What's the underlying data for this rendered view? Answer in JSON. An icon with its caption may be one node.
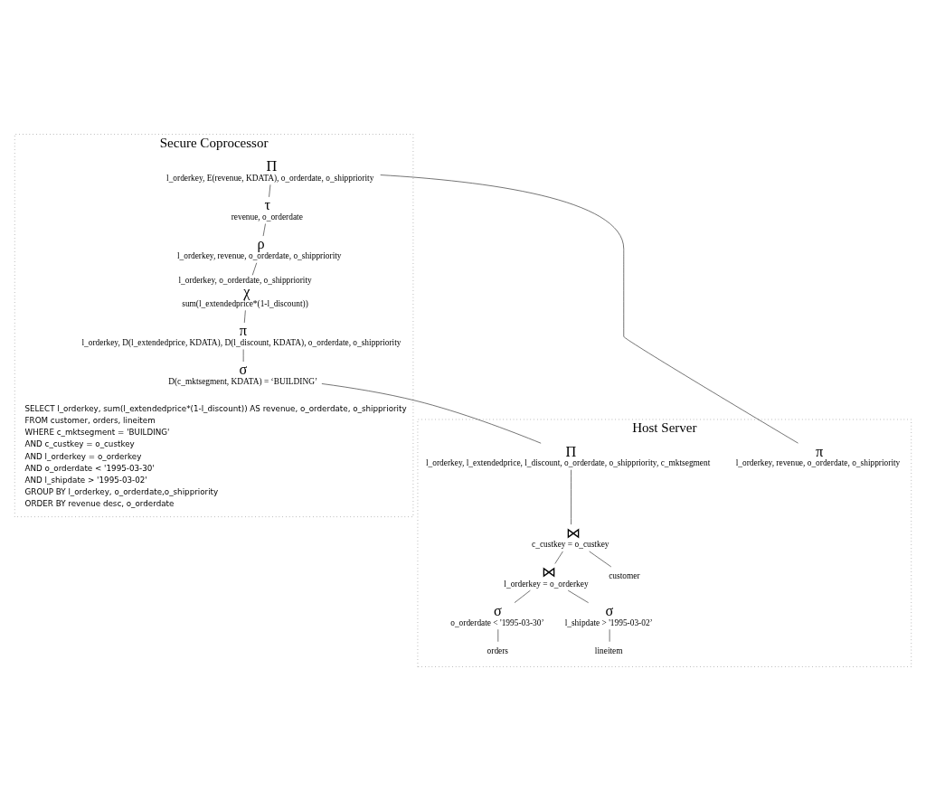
{
  "diagram": {
    "nodes": [
      {
        "text": [
          "Host Server"
        ]
      },
      {
        "text": [
          "π",
          "l_orderkey, revenue, o_orderdate, o_shippriority"
        ],
        "in": 0
      },
      {
        "text": [
          "Secure Coprocessor"
        ]
      },
      {
        "text": [
          "Π",
          "l_orderkey, E(revenue, KDATA), o_orderdate, o_shippriority"
        ],
        "in": 2
      },
      {
        "text": [
          "τ",
          "revenue, o_orderdate"
        ],
        "in": 2
      },
      {
        "text": [
          "ρ",
          "l_orderkey, revenue, o_orderdate, o_shippriority"
        ],
        "in": 2
      },
      {
        "text": [
          "l_orderkey, o_orderdate, o_shippriority",
          "χ",
          "sum(l_extendedprice*(1-l_discount))"
        ],
        "in": 2
      },
      {
        "text": [
          "π",
          "l_orderkey, D(l_extendedprice, KDATA), D(l_discount, KDATA), o_orderdate, o_shippriority"
        ],
        "in": 2
      },
      {
        "text": [
          "σ",
          "D(c_mktsegment, KDATA) = ‘BUILDING’"
        ],
        "in": 2
      },
      {
        "text": [
          "Π",
          "l_orderkey, l_extendedprice, l_discount, o_orderdate, o_shippriority, c_mktsegment"
        ],
        "in": 0
      },
      {
        "text": [
          "⋈",
          "c_custkey = o_custkey"
        ],
        "in": 0
      },
      {
        "text": [
          "⋈",
          "l_orderkey = o_orderkey"
        ],
        "in": 0
      },
      {
        "text": [
          "customer"
        ],
        "in": 0
      },
      {
        "text": [
          "σ",
          "o_orderdate < '1995-03-30’"
        ],
        "in": 0
      },
      {
        "text": [
          "σ",
          "l_shipdate > '1995-03-02’"
        ],
        "in": 0
      },
      {
        "text": [
          "orders"
        ],
        "in": 0
      },
      {
        "text": [
          "lineitem"
        ],
        "in": 0
      }
    ],
    "edges": [
      {
        "from": 1,
        "to": 3,
        "arrow": "none"
      },
      {
        "from": 3,
        "to": 4,
        "arrow": "none"
      },
      {
        "from": 4,
        "to": 5,
        "arrow": "none"
      },
      {
        "from": 5,
        "to": 6,
        "arrow": "none"
      },
      {
        "from": 6,
        "to": 7,
        "arrow": "none"
      },
      {
        "from": 7,
        "to": 8,
        "arrow": "none"
      },
      {
        "from": 8,
        "to": 9,
        "arrow": "none"
      },
      {
        "from": 9,
        "to": 10,
        "arrow": "none"
      },
      {
        "from": 10,
        "to": 11,
        "arrow": "none"
      },
      {
        "from": 10,
        "to": 12,
        "arrow": "none"
      },
      {
        "from": 11,
        "to": 14,
        "arrow": "none"
      },
      {
        "from": 11,
        "to": 13,
        "arrow": "none"
      },
      {
        "from": 14,
        "to": 16,
        "arrow": "none"
      },
      {
        "from": 13,
        "to": 15,
        "arrow": "none"
      }
    ],
    "labels": [
      "SELECT l_orderkey, sum(l_extendedprice*(1-l_discount)) AS revenue, o_orderdate, o_shippriority",
      "FROM customer, orders, lineitem",
      "WHERE c_mktsegment = 'BUILDING'",
      "AND c_custkey = o_custkey",
      "AND l_orderkey = o_orderkey",
      "AND o_orderdate < '1995-03-30'",
      "AND l_shipdate > '1995-03-02'",
      "GROUP BY l_orderkey, o_orderdate,o_shippriority",
      "ORDER BY revenue desc, o_orderdate"
    ]
  }
}
